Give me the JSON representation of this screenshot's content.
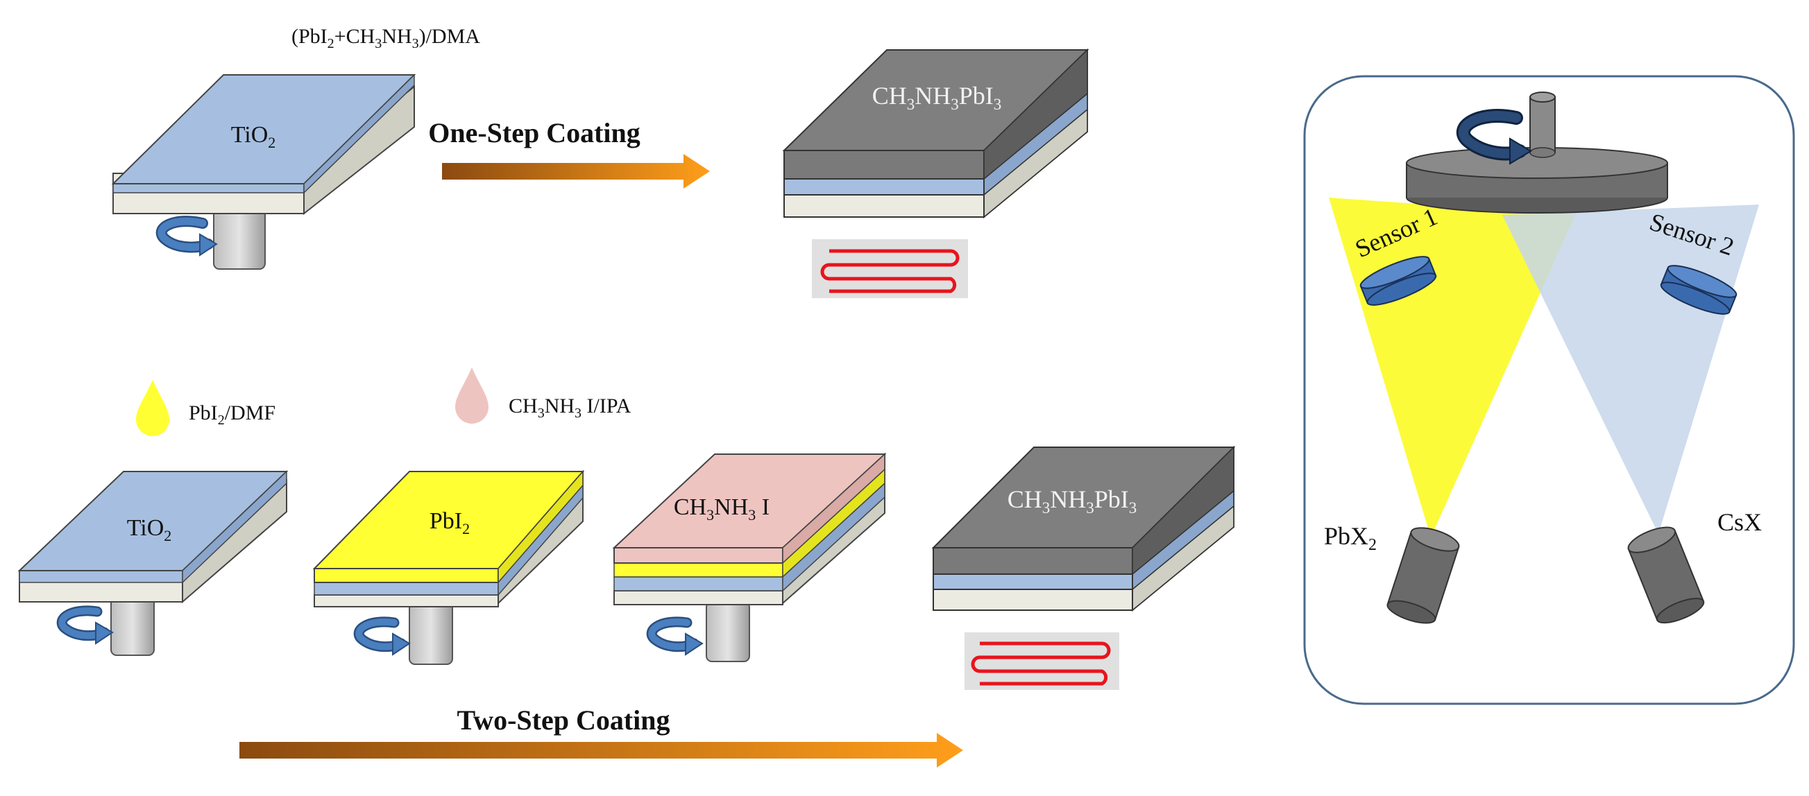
{
  "one_step": {
    "precursor_label": [
      "(PbI",
      "2",
      "+CH",
      "3",
      "NH",
      "3",
      ")/DMA"
    ],
    "substrate_label": [
      "TiO",
      "2"
    ],
    "arrow_label": "One-Step Coating",
    "product_label": [
      "CH",
      "3",
      "NH",
      "3",
      "PbI",
      "3"
    ]
  },
  "two_step": {
    "drop1_label": [
      "PbI",
      "2",
      "/DMF"
    ],
    "drop2_label": [
      "CH",
      "3",
      "NH",
      "3",
      " I/IPA"
    ],
    "substrate_label": [
      "TiO",
      "2"
    ],
    "layer1_label": [
      "PbI",
      "2"
    ],
    "layer2_label": [
      "CH",
      "3",
      "NH",
      "3",
      " I"
    ],
    "product_label": [
      "CH",
      "3",
      "NH",
      "3",
      "PbI",
      "3"
    ],
    "arrow_label": "Two-Step Coating"
  },
  "evaporation": {
    "sensor1_label": "Sensor 1",
    "sensor2_label": "Sensor 2",
    "source1_label": [
      "PbX",
      "2"
    ],
    "source2_label": "CsX"
  },
  "colors": {
    "tio2": "#a6bfe0",
    "substrate": "#ecebe2",
    "pbi2": "#ffff33",
    "mai": "#eec4c1",
    "perovskite": "#7a7a7a",
    "arrow_start": "#8b4a10",
    "arrow_end": "#ff9e1a",
    "yellow_cone": "#fbfb3a",
    "blue_cone": "#c6d6ea",
    "panel_border": "#4a6a8a"
  }
}
